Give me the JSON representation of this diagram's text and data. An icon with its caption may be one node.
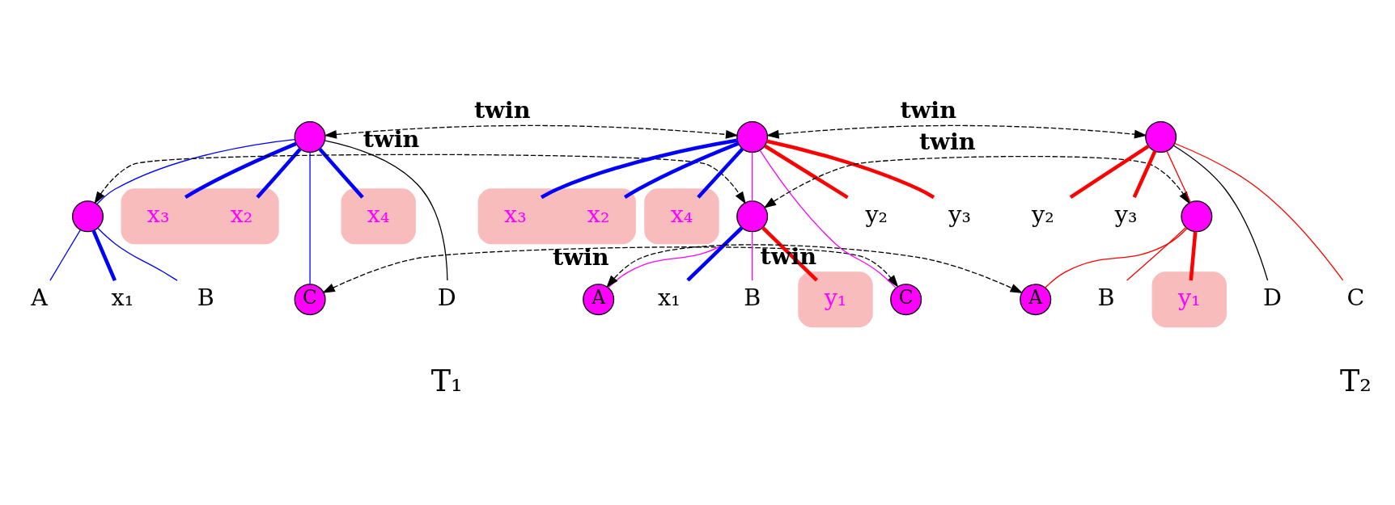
{
  "diagram": {
    "nodes": [
      {
        "text": [],
        "shape": "circle"
      },
      {
        "text": [],
        "shape": "ellipse"
      },
      {
        "text": [
          "x₂"
        ],
        "in": 1
      },
      {
        "text": [
          "x₃"
        ],
        "in": 1
      },
      {
        "text": [],
        "shape": "circle"
      },
      {
        "text": [
          "A"
        ]
      },
      {
        "text": [
          "x₁"
        ]
      },
      {
        "text": [
          "B"
        ]
      },
      {
        "text": [],
        "shape": "ellipse"
      },
      {
        "text": [
          "x₄"
        ],
        "in": 8
      },
      {
        "text": [
          "C"
        ]
      },
      {
        "text": [
          "D"
        ]
      },
      {
        "text": [],
        "shape": "circle"
      },
      {
        "text": [
          "y₂"
        ]
      },
      {
        "text": [
          "y₃"
        ]
      },
      {
        "text": [],
        "shape": "ellipse"
      },
      {
        "text": [
          "x₂"
        ],
        "in": 15
      },
      {
        "text": [
          "x₃"
        ],
        "in": 15
      },
      {
        "text": [],
        "shape": "circle"
      },
      {
        "text": [],
        "shape": "ellipse"
      },
      {
        "text": [
          "y₁"
        ],
        "in": 19
      },
      {
        "text": [
          "A"
        ]
      },
      {
        "text": [
          "x₁"
        ]
      },
      {
        "text": [
          "B"
        ]
      },
      {
        "text": [],
        "shape": "ellipse"
      },
      {
        "text": [
          "x₄"
        ],
        "in": 24
      },
      {
        "text": [
          "C"
        ]
      },
      {
        "text": [],
        "shape": "circle"
      },
      {
        "text": [
          "y₂"
        ]
      },
      {
        "text": [
          "y₃"
        ]
      },
      {
        "text": [],
        "shape": "circle"
      },
      {
        "text": [],
        "shape": "ellipse"
      },
      {
        "text": [
          "y₁"
        ],
        "in": 31
      },
      {
        "text": [
          "A"
        ]
      },
      {
        "text": [
          "B"
        ]
      },
      {
        "text": [
          "D"
        ]
      },
      {
        "text": [
          "C"
        ]
      }
    ],
    "edges": [
      {
        "from": 0,
        "to": 4,
        "arrow": "none",
        "color": "#0000ff"
      },
      {
        "from": 0,
        "to": 2,
        "arrow": "none",
        "style": "thick",
        "color": "#0000ff"
      },
      {
        "from": 0,
        "to": 3,
        "arrow": "none",
        "style": "thick",
        "color": "#0000ff"
      },
      {
        "from": 4,
        "to": 5,
        "arrow": "none",
        "color": "#0000ff"
      },
      {
        "from": 4,
        "to": 6,
        "arrow": "none",
        "style": "thick",
        "color": "#0000ff"
      },
      {
        "from": 4,
        "to": 7,
        "arrow": "none",
        "color": "#0000ff"
      },
      {
        "from": 0,
        "to": 10,
        "arrow": "none",
        "color": "#0000ff"
      },
      {
        "from": 0,
        "to": 9,
        "arrow": "none",
        "style": "thick",
        "color": "#0000ff"
      },
      {
        "from": 0,
        "to": 11,
        "arrow": "none",
        "color": "#000000"
      },
      {
        "from": 12,
        "to": 13,
        "arrow": "none",
        "style": "thick",
        "color": "#ff0000"
      },
      {
        "from": 12,
        "to": 14,
        "arrow": "none",
        "style": "thick",
        "color": "#ff0000"
      },
      {
        "from": 12,
        "to": 18,
        "arrow": "none",
        "color": "#ff00ff"
      },
      {
        "from": 12,
        "to": 16,
        "arrow": "none",
        "style": "thick",
        "color": "#0000ff"
      },
      {
        "from": 12,
        "to": 17,
        "arrow": "none",
        "style": "thick",
        "color": "#0000ff"
      },
      {
        "from": 12,
        "to": 26,
        "arrow": "none",
        "color": "#ff00ff"
      },
      {
        "from": 12,
        "to": 25,
        "arrow": "none",
        "style": "thick",
        "color": "#0000ff"
      },
      {
        "from": 18,
        "to": 21,
        "arrow": "none",
        "color": "#ff00ff"
      },
      {
        "from": 18,
        "to": 20,
        "arrow": "none",
        "style": "thick",
        "color": "#ff0000"
      },
      {
        "from": 18,
        "to": 22,
        "arrow": "none",
        "style": "thick",
        "color": "#0000ff"
      },
      {
        "from": 18,
        "to": 23,
        "arrow": "none",
        "color": "#ff00ff"
      },
      {
        "from": 27,
        "to": 28,
        "arrow": "none",
        "style": "thick",
        "color": "#ff0000"
      },
      {
        "from": 27,
        "to": 29,
        "arrow": "none",
        "style": "thick",
        "color": "#ff0000"
      },
      {
        "from": 27,
        "to": 30,
        "arrow": "none",
        "color": "#ff0000"
      },
      {
        "from": 27,
        "to": 35,
        "arrow": "none",
        "color": "#000000"
      },
      {
        "from": 27,
        "to": 36,
        "arrow": "none",
        "color": "#ff0000"
      },
      {
        "from": 30,
        "to": 33,
        "arrow": "none",
        "color": "#ff0000"
      },
      {
        "from": 30,
        "to": 32,
        "arrow": "none",
        "style": "thick",
        "color": "#ff0000"
      },
      {
        "from": 30,
        "to": 34,
        "arrow": "none",
        "color": "#ff0000"
      },
      {
        "from": 0,
        "to": 12,
        "arrow": "both",
        "style": "dashed",
        "color": "#000000",
        "label": "twin"
      },
      {
        "from": 12,
        "to": 27,
        "arrow": "both",
        "style": "dashed",
        "color": "#000000",
        "label": "twin"
      },
      {
        "from": 4,
        "to": 18,
        "arrow": "both",
        "style": "dashed",
        "color": "#000000",
        "label": "twin"
      },
      {
        "from": 18,
        "to": 30,
        "arrow": "both",
        "style": "dashed",
        "color": "#000000",
        "label": "twin"
      },
      {
        "from": 10,
        "to": 26,
        "arrow": "both",
        "style": "dashed",
        "color": "#000000",
        "label": "twin"
      },
      {
        "from": 21,
        "to": 33,
        "arrow": "both",
        "style": "dashed",
        "color": "#000000",
        "label": "twin"
      }
    ],
    "labels": [
      "T₁",
      "T₂"
    ]
  }
}
